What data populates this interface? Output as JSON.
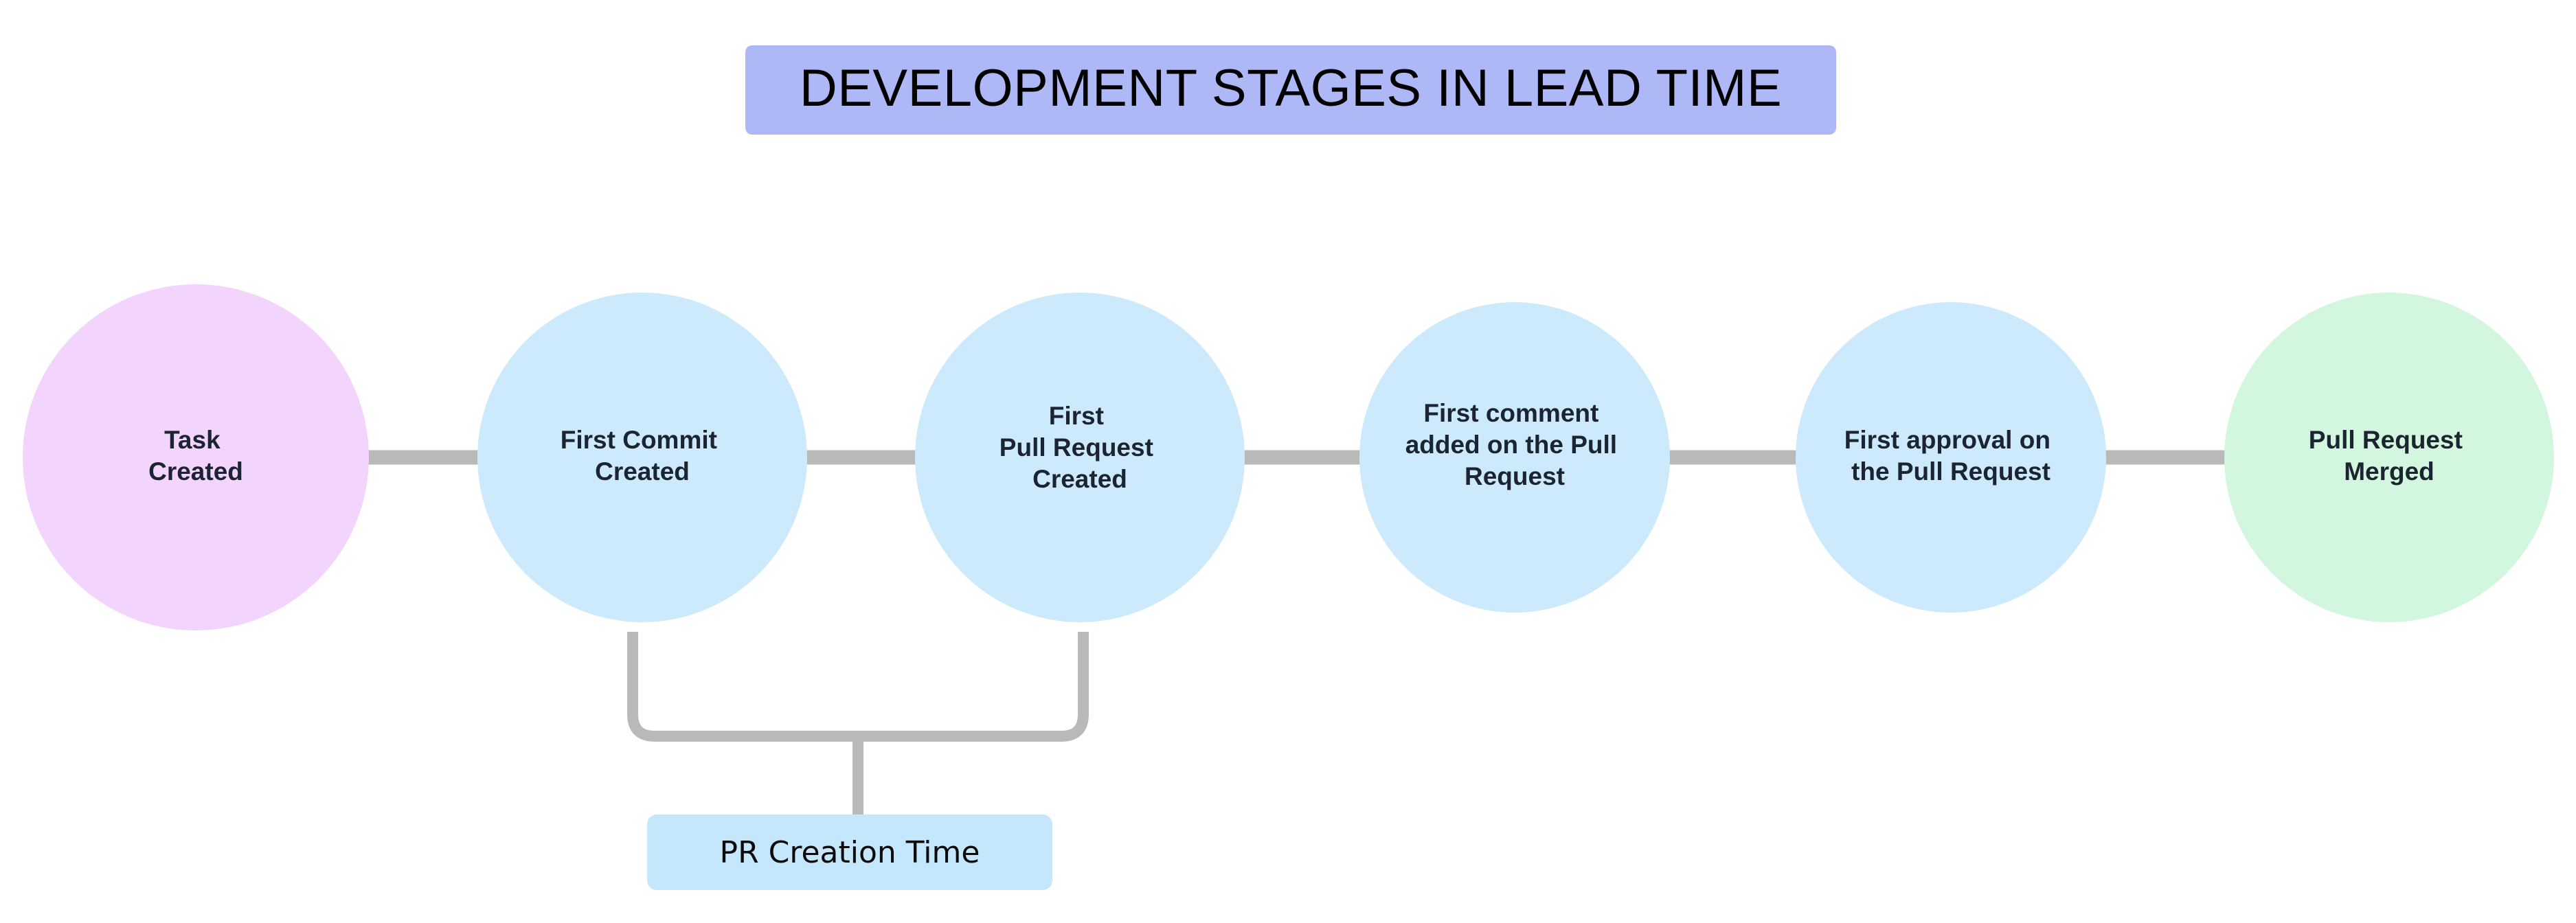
{
  "diagram": {
    "title": {
      "text": "DEVELOPMENT STAGES IN LEAD TIME",
      "banner_color": "#aeb8f7",
      "text_color": "#000000"
    },
    "background_color": "#ffffff",
    "connector_color": "#b9b9b9",
    "node_text_color": "#1b2430",
    "nodes": [
      {
        "id": "task-created",
        "lines": [
          "Task",
          "Created"
        ],
        "fill": "#f2d4fc",
        "shape": "circle"
      },
      {
        "id": "first-commit-created",
        "lines": [
          "First Commit",
          "Created"
        ],
        "fill": "#cdeafd",
        "shape": "circle"
      },
      {
        "id": "first-pull-request-created",
        "lines": [
          "First",
          "Pull Request",
          "Created"
        ],
        "fill": "#cdeafd",
        "shape": "circle"
      },
      {
        "id": "first-comment-on-pr",
        "lines": [
          "First comment",
          "added on the Pull",
          "Request"
        ],
        "fill": "#cdeafd",
        "shape": "circle"
      },
      {
        "id": "first-approval-on-pr",
        "lines": [
          "First approval on",
          "the Pull Request"
        ],
        "fill": "#cdeafd",
        "shape": "circle"
      },
      {
        "id": "pull-request-merged",
        "lines": [
          "Pull Request",
          "Merged"
        ],
        "fill": "#d2f7de",
        "shape": "circle"
      }
    ],
    "edges": [
      {
        "from": "task-created",
        "to": "first-commit-created"
      },
      {
        "from": "first-commit-created",
        "to": "first-pull-request-created"
      },
      {
        "from": "first-pull-request-created",
        "to": "first-comment-on-pr"
      },
      {
        "from": "first-comment-on-pr",
        "to": "first-approval-on-pr"
      },
      {
        "from": "first-approval-on-pr",
        "to": "pull-request-merged"
      }
    ],
    "span_annotation": {
      "label": "PR Creation Time",
      "label_fill": "#c5e7fb",
      "label_text_color": "#0b0b0b",
      "spans_from": "first-commit-created",
      "spans_to": "first-pull-request-created"
    }
  }
}
